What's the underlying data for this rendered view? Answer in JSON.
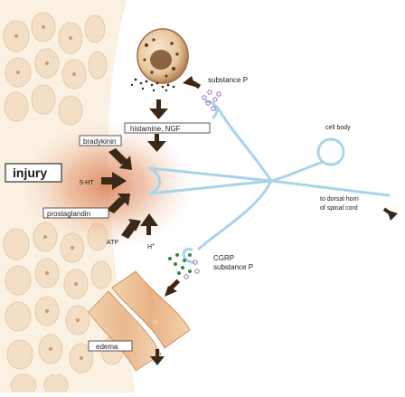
{
  "labels": {
    "injury": "injury",
    "histamine_ngf": "histamine, NGF",
    "bradykinin": "bradykinin",
    "prostaglandin": "prostaglandin",
    "five_ht": "5-HT",
    "atp": "ATP",
    "h_plus": "H",
    "h_plus_sup": "+",
    "substance_p_top": "substance P",
    "cell_body": "cell body",
    "dorsal_horn_line1": "to dorsal horn",
    "dorsal_horn_line2": "of spinal cord",
    "cgrp": "CGRP",
    "substance_p_bottom": "substance P",
    "edema": "edema"
  },
  "colors": {
    "nerve": "#a9d4e8",
    "arrow": "#3a2818",
    "injury_glow": "#d77c52",
    "tissue_bg": "#fbf3e6",
    "tissue_cell": "#f1dcc4",
    "vessel": "#e9b98a",
    "substance_p_dots": "#9b6fae",
    "cgrp_dots": "#2e8a45"
  }
}
